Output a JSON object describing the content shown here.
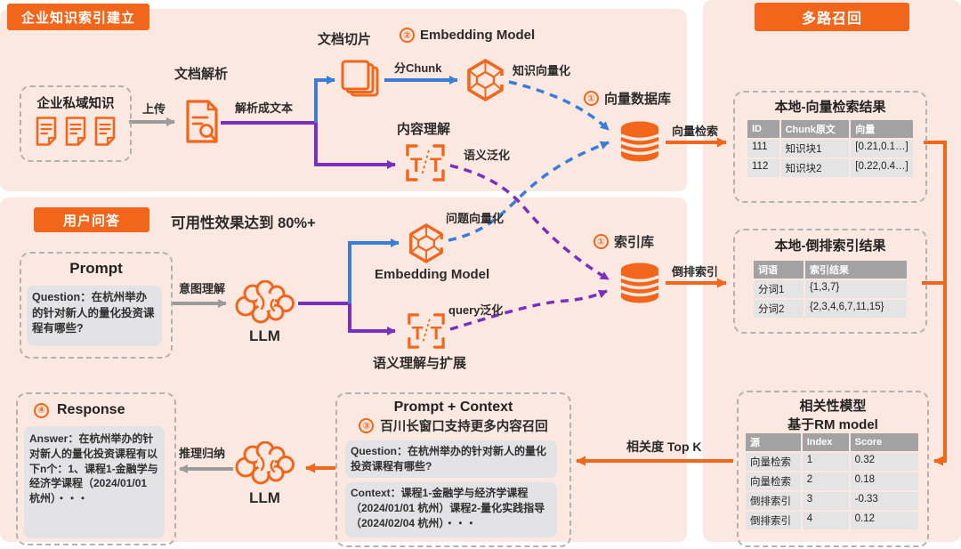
{
  "palette": {
    "orange": "#F2661B",
    "blue": "#3B7ED8",
    "purple": "#7B2FBF",
    "gray": "#9B9B9B",
    "panel": "#FBE9E1"
  },
  "sections": {
    "index_build": {
      "badge": "企业知识索引建立"
    },
    "qa": {
      "badge": "用户问答",
      "availability": "可用性效果达到 80%+"
    },
    "recall": {
      "badge": "多路召回"
    }
  },
  "nodes": {
    "private_knowledge": {
      "title": "企业私域知识"
    },
    "doc_parse": {
      "label": "文档解析"
    },
    "upload": {
      "label": "上传"
    },
    "parse_to_text": {
      "label": "解析成文本"
    },
    "doc_slice": {
      "label": "文档切片"
    },
    "embedding_top": {
      "step": "②",
      "label": "Embedding Model"
    },
    "split_chunk": {
      "label": "分Chunk"
    },
    "knowledge_vectorize": {
      "label": "知识向量化"
    },
    "content_understand": {
      "label": "内容理解"
    },
    "semantic_generalize": {
      "label": "语义泛化"
    },
    "vector_db": {
      "step": "①",
      "label": "向量数据库"
    },
    "vector_search": {
      "label": "向量检索"
    },
    "prompt": {
      "title": "Prompt",
      "question": "Question：在杭州举办的针对新人的量化投资课程有哪些?"
    },
    "intent": {
      "label": "意图理解"
    },
    "llm_top": {
      "label": "LLM"
    },
    "embedding_mid": {
      "label": "Embedding Model"
    },
    "question_vectorize": {
      "label": "问题向量化"
    },
    "query_generalize": {
      "label": "query泛化"
    },
    "semantic_expand": {
      "label": "语义理解与扩展"
    },
    "index_db": {
      "step": "①",
      "label": "索引库"
    },
    "inverted_index": {
      "label": "倒排索引"
    },
    "response": {
      "step": "④",
      "title": "Response",
      "answer": "Answer：在杭州举办的针对新人的量化投资课程有以下n个：1、课程1-金融学与经济学课程（2024/01/01 杭州）・・・"
    },
    "reasoning": {
      "label": "推理归纳"
    },
    "llm_bottom": {
      "label": "LLM"
    },
    "prompt_context": {
      "title": "Prompt + Context",
      "step": "③",
      "subtitle": "百川长窗口支持更多内容召回",
      "question": "Question：在杭州举办的针对新人的量化投资课程有哪些?",
      "context": "Context：课程1-金融学与经济学课程（2024/01/01 杭州）课程2-量化实践指导（2024/02/04 杭州）・・・"
    },
    "topk": {
      "label": "相关度 Top K"
    }
  },
  "tables": {
    "vector_result": {
      "title": "本地-向量检索结果",
      "headers": [
        "ID",
        "Chunk原文",
        "向量"
      ],
      "rows": [
        [
          "111",
          "知识块1",
          "[0.21,0.1…]"
        ],
        [
          "112",
          "知识块2",
          "[0.22,0.4…]"
        ]
      ]
    },
    "inverted_result": {
      "title": "本地-倒排索引结果",
      "headers": [
        "词语",
        "索引结果"
      ],
      "rows": [
        [
          "分词1",
          "{1,3,7}"
        ],
        [
          "分词2",
          "{2,3,4,6,7,11,15}"
        ]
      ]
    },
    "rm_model": {
      "title_line1": "相关性模型",
      "title_line2": "基于RM model",
      "headers": [
        "源",
        "Index",
        "Score"
      ],
      "rows": [
        [
          "向量检索",
          "1",
          "0.32"
        ],
        [
          "向量检索",
          "2",
          "0.18"
        ],
        [
          "倒排索引",
          "3",
          "-0.33"
        ],
        [
          "倒排索引",
          "4",
          "0.12"
        ]
      ]
    }
  }
}
